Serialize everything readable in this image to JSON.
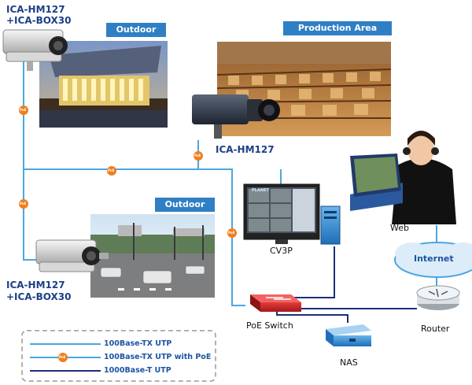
{
  "cameras": {
    "top_left": {
      "line1": "ICA-HM127",
      "line2": "+ICA-BOX30"
    },
    "middle": {
      "line1": "ICA-HM127"
    },
    "bottom_left": {
      "line1": "ICA-HM127",
      "line2": "+ICA-BOX30"
    }
  },
  "scene_labels": {
    "outdoor_top": "Outdoor",
    "production": "Production Area",
    "outdoor_bottom": "Outdoor"
  },
  "devices": {
    "cv3p": "CV3P",
    "web": "Web",
    "internet": "Internet",
    "router": "Router",
    "poe_switch": "PoE Switch",
    "nas": "NAS"
  },
  "poe_badge": "PoE",
  "monitor_brand": "PLANET",
  "legend": [
    {
      "label": "100Base-TX UTP",
      "color": "#4aa7e0",
      "poe": false
    },
    {
      "label": "100Base-TX UTP with PoE",
      "color": "#4aa7e0",
      "poe": true
    },
    {
      "label": "1000Base-T UTP",
      "color": "#1a2f7a",
      "poe": false
    }
  ],
  "colors": {
    "utp": "#4aa7e0",
    "gigabit": "#1a2f7a",
    "poe_badge": "#f07f1d",
    "label_box": "#2f7fc4",
    "camera_text": "#1c3f86"
  }
}
